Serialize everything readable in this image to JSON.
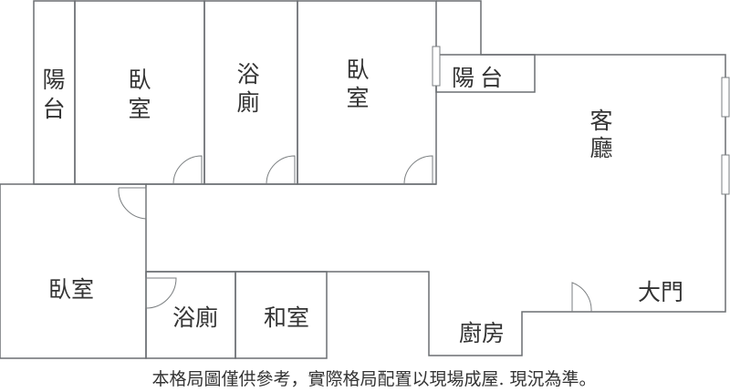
{
  "rooms": {
    "balcony_left": [
      "陽",
      "台"
    ],
    "bedroom_1": [
      "臥",
      "室"
    ],
    "bathroom_1": [
      "浴",
      "廁"
    ],
    "bedroom_2": [
      "臥",
      "室"
    ],
    "balcony_right": "陽台",
    "living_room": [
      "客",
      "廳"
    ],
    "bedroom_3": "臥室",
    "bathroom_2": "浴廁",
    "japanese_room": "和室",
    "kitchen": "廚房",
    "main_door": "大門"
  },
  "disclaimer": "本格局圖僅供參考，實際格局配置以現場成屋. 現況為準。",
  "colors": {
    "wall": "#6b6f72",
    "text": "#333333"
  }
}
